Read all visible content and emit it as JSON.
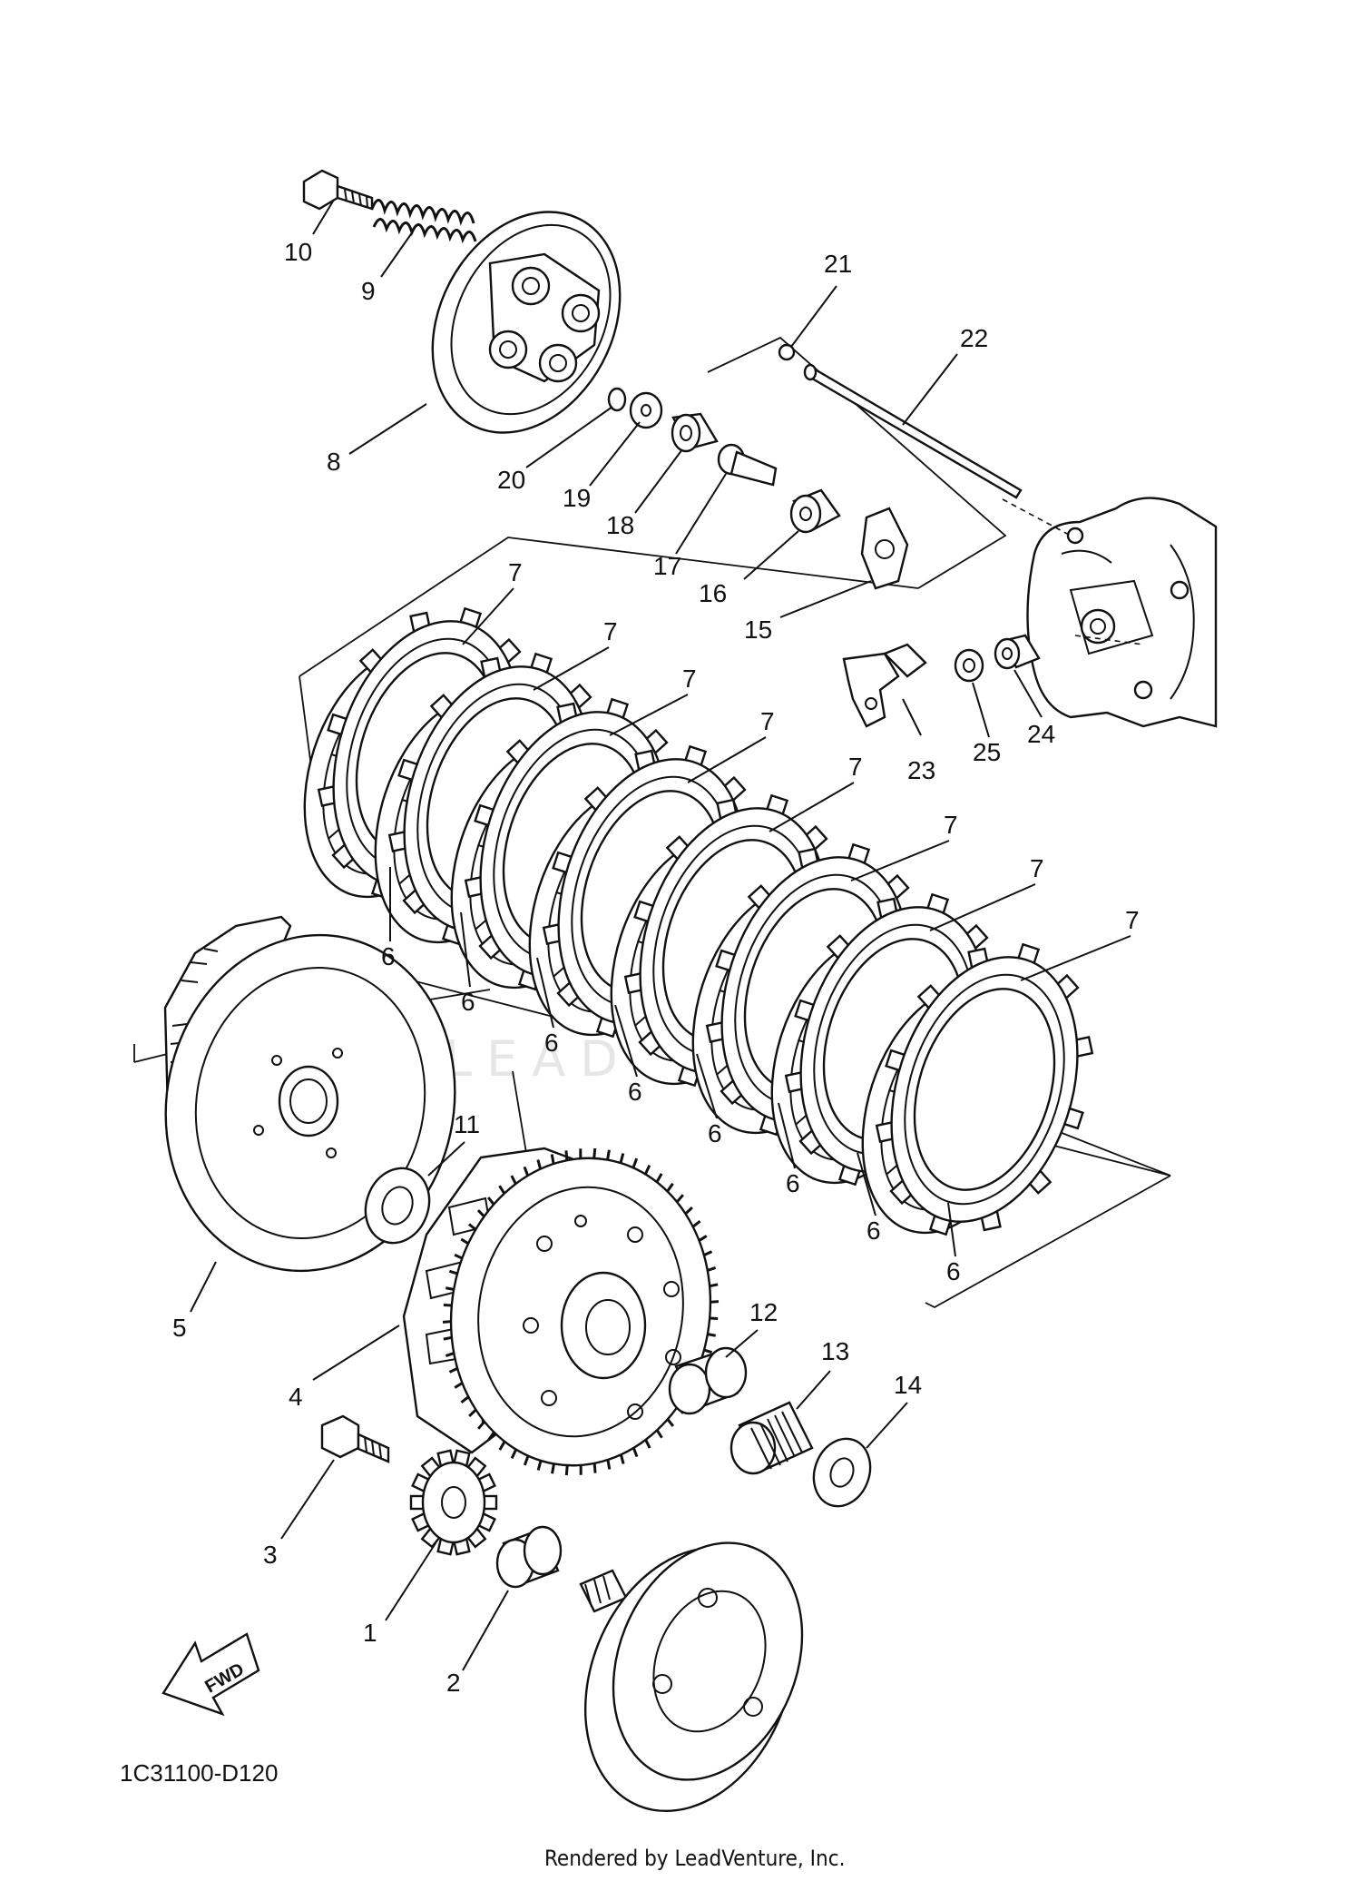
{
  "diagram": {
    "drawing_code": "1C31100-D120",
    "credit": "Rendered by LeadVenture, Inc.",
    "watermark": "LEADVENTURE",
    "fwd_label": "FWD",
    "parts": [
      {
        "num": "1"
      },
      {
        "num": "2"
      },
      {
        "num": "3"
      },
      {
        "num": "4"
      },
      {
        "num": "5"
      },
      {
        "num": "6"
      },
      {
        "num": "7"
      },
      {
        "num": "8"
      },
      {
        "num": "9"
      },
      {
        "num": "10"
      },
      {
        "num": "11"
      },
      {
        "num": "12"
      },
      {
        "num": "13"
      },
      {
        "num": "14"
      },
      {
        "num": "15"
      },
      {
        "num": "16"
      },
      {
        "num": "17"
      },
      {
        "num": "18"
      },
      {
        "num": "19"
      },
      {
        "num": "20"
      },
      {
        "num": "21"
      },
      {
        "num": "22"
      },
      {
        "num": "23"
      },
      {
        "num": "24"
      },
      {
        "num": "25"
      }
    ]
  }
}
